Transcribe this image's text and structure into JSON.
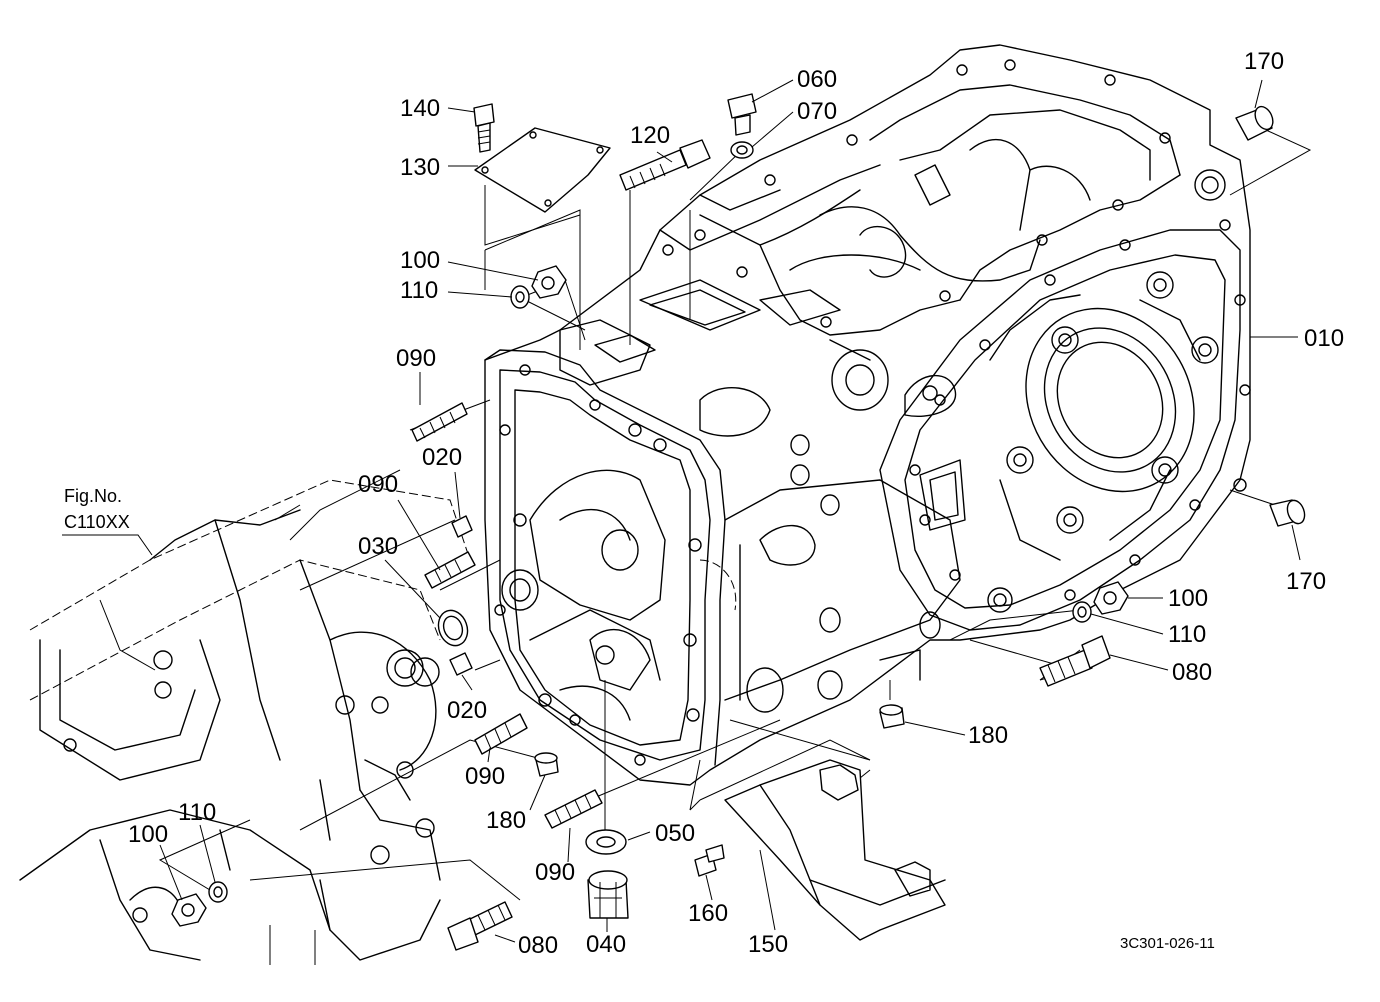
{
  "diagram": {
    "figure_ref_label": "Fig.No.",
    "figure_ref_code": "C110XX",
    "drawing_code": "3C301-026-11",
    "callouts": {
      "p010": "010",
      "p020a": "020",
      "p020b": "020",
      "p030": "030",
      "p040": "040",
      "p050": "050",
      "p060": "060",
      "p070": "070",
      "p080a": "080",
      "p080b": "080",
      "p090a": "090",
      "p090b": "090",
      "p090c": "090",
      "p090d": "090",
      "p100a": "100",
      "p100b": "100",
      "p100c": "100",
      "p110a": "110",
      "p110b": "110",
      "p110c": "110",
      "p120": "120",
      "p130": "130",
      "p140": "140",
      "p150": "150",
      "p160": "160",
      "p170a": "170",
      "p170b": "170",
      "p180a": "180",
      "p180b": "180"
    }
  }
}
